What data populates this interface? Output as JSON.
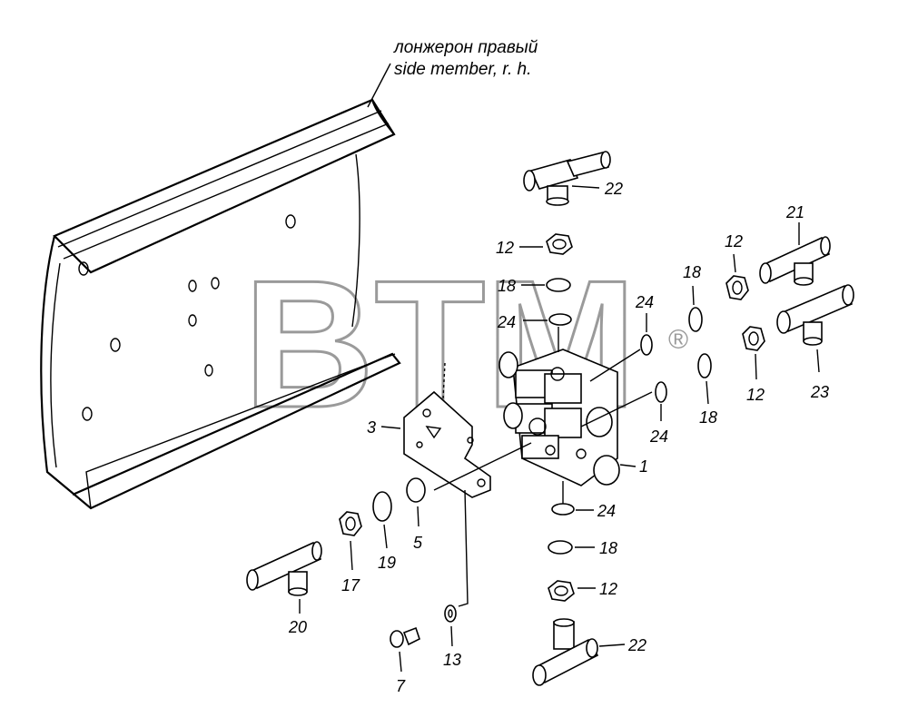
{
  "title_line1": "лонжерон правый",
  "title_line2": "side member, r. h.",
  "watermark": "BTM",
  "watermark_mark": "®",
  "labels": {
    "l22a": "22",
    "l12a": "12",
    "l18a": "18",
    "l24a": "24",
    "l24b": "24",
    "l18b": "18",
    "l12b": "12",
    "l21": "21",
    "l12c": "12",
    "l18c": "18",
    "l23": "23",
    "l24c": "24",
    "l3": "3",
    "l1": "1",
    "l24d": "24",
    "l18d": "18",
    "l12d": "12",
    "l22b": "22",
    "l5": "5",
    "l19": "19",
    "l17": "17",
    "l20": "20",
    "l13": "13",
    "l7": "7"
  }
}
